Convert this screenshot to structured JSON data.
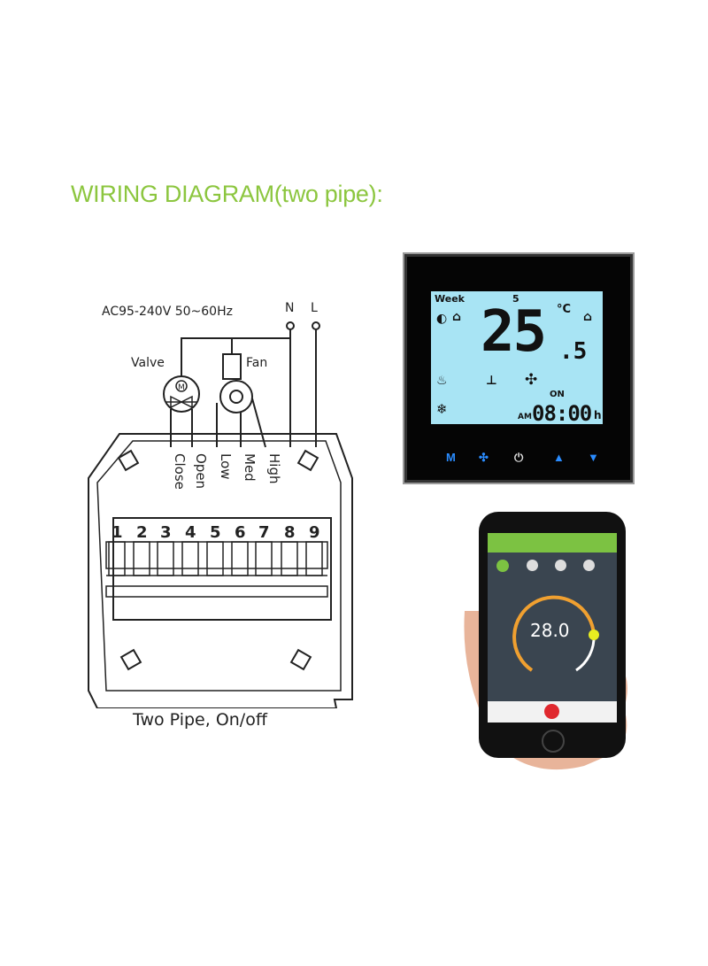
{
  "title": "WIRING DIAGRAM(two pipe):",
  "wiring": {
    "power_label": "AC95-240V  50~60Hz",
    "neutral": "N",
    "live": "L",
    "valve_label": "Valve",
    "fan_label": "Fan",
    "motor_symbol": "M",
    "wire_labels": [
      "Close",
      "Open",
      "Low",
      "Med",
      "High"
    ],
    "terminals": [
      "1",
      "2",
      "3",
      "4",
      "5",
      "6",
      "7",
      "8",
      "9"
    ],
    "caption": "Two Pipe, On/off"
  },
  "thermostat": {
    "week_label": "Week",
    "day": "5",
    "temperature": "25",
    "temperature_decimal": ".5",
    "unit": "°C",
    "on_label": "ON",
    "ampm": "AM",
    "time": "08:00",
    "hour_unit": "h",
    "buttons": [
      "M",
      "fan",
      "power",
      "up",
      "down"
    ],
    "accent": "#2a8cff",
    "lcd_color": "#a8e4f4"
  },
  "phone_app": {
    "setpoint": "28.0",
    "header_color": "#7cc242",
    "arc_color": "#f0a030"
  },
  "colors": {
    "title": "#8cc63f"
  }
}
